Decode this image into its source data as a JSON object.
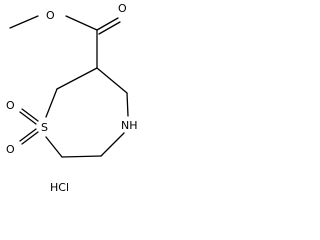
{
  "molecule": {
    "atoms": {
      "carbonyl_oxygen": "O",
      "ester_oxygen": "O",
      "sulfur": "S",
      "sulfonyl_oxygen_upper": "O",
      "sulfonyl_oxygen_lower": "O",
      "amine": "NH"
    },
    "salt": "HCl"
  },
  "colors": {
    "ink": "#000000",
    "background": "#ffffff"
  }
}
